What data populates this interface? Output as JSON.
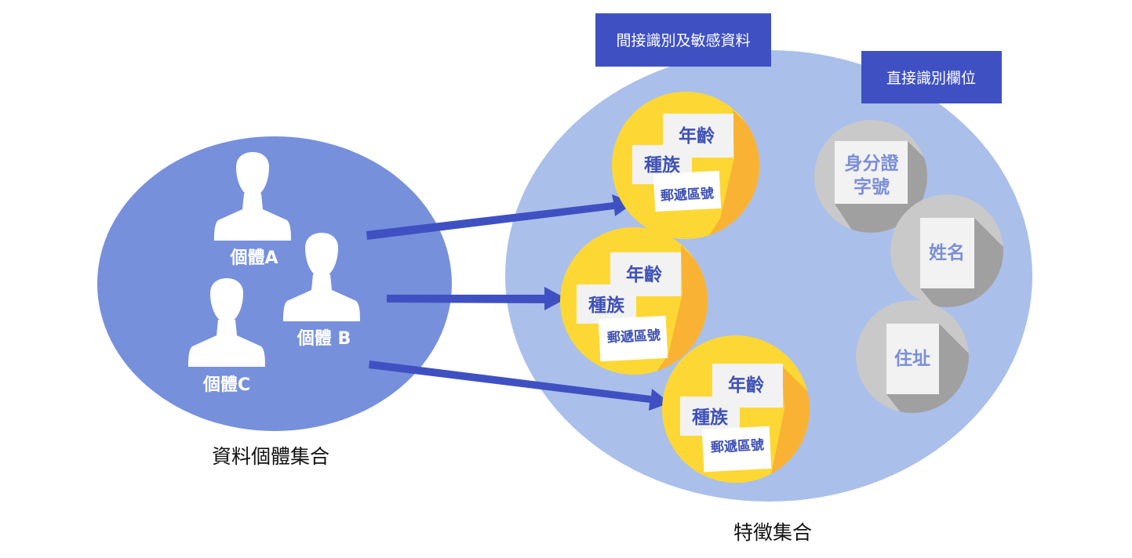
{
  "colors": {
    "left_circle": "#7690dc",
    "right_ellipse": "#aabfea",
    "arrow": "#3f51c2",
    "yellow": "#fdd835",
    "yellow_shadow": "#f9b233",
    "card": "#f2f2f2",
    "card_text": "#3f51b5",
    "gray_circle": "#c9c9c9",
    "gray_shadow": "#a0a0a0",
    "box": "#3f51c2"
  },
  "left_group": {
    "caption": "資料個體集合",
    "persons": [
      {
        "label": "個體A",
        "icon": "person-silhouette-icon"
      },
      {
        "label": "個體 B",
        "icon": "person-silhouette-icon"
      },
      {
        "label": "個體C",
        "icon": "person-silhouette-icon"
      }
    ]
  },
  "right_group": {
    "caption": "特徵集合",
    "indirect_box": "間接識別及敏感資料",
    "direct_box": "直接識別欄位",
    "indirect_clusters": [
      {
        "age": "年齡",
        "ethnicity": "種族",
        "postal": "郵遞區號"
      },
      {
        "age": "年齡",
        "ethnicity": "種族",
        "postal": "郵遞區號"
      },
      {
        "age": "年齡",
        "ethnicity": "種族",
        "postal": "郵遞區號"
      }
    ],
    "direct_fields": [
      {
        "line1": "身分證",
        "line2": "字號"
      },
      {
        "line1": "姓名",
        "line2": ""
      },
      {
        "line1": "住址",
        "line2": ""
      }
    ]
  }
}
